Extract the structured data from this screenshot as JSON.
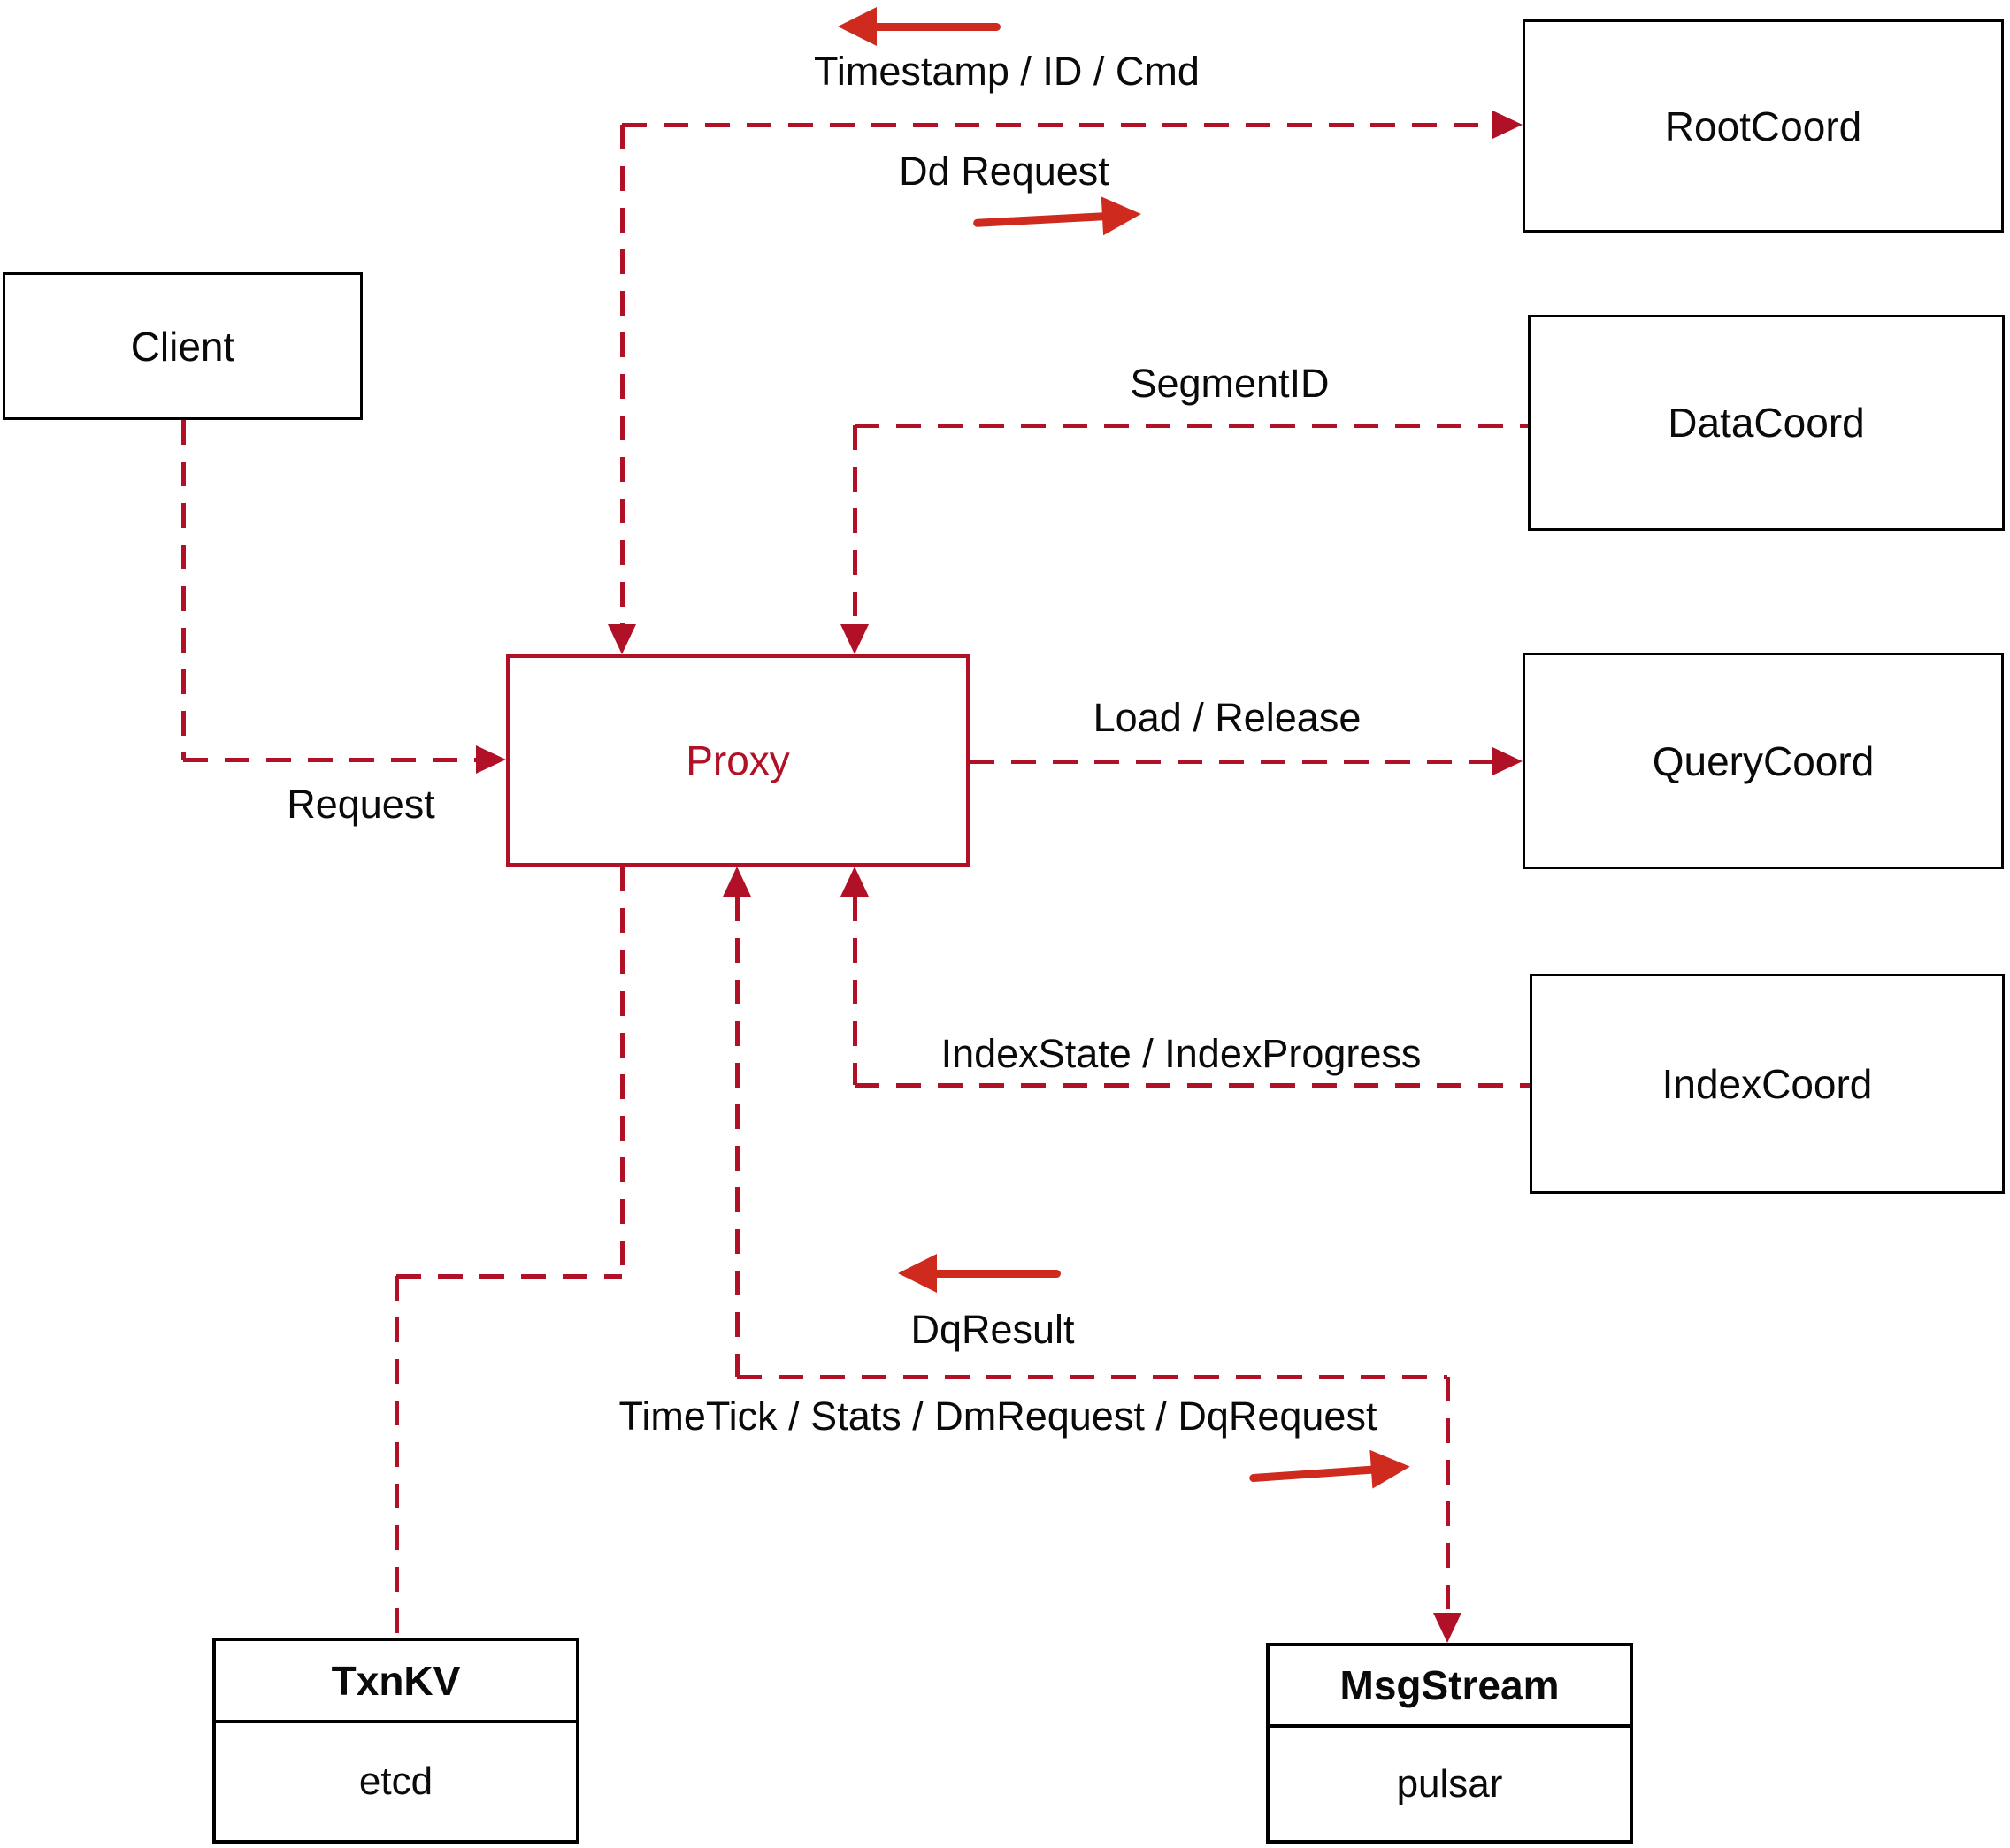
{
  "colors": {
    "line_red": "#b01126",
    "arrow_red": "#cf2a1e",
    "box_border": "#000000",
    "text": "#0a0a0a",
    "background": "#ffffff"
  },
  "nodes": {
    "client": {
      "label": "Client"
    },
    "proxy": {
      "label": "Proxy"
    },
    "root_coord": {
      "label": "RootCoord"
    },
    "data_coord": {
      "label": "DataCoord"
    },
    "query_coord": {
      "label": "QueryCoord"
    },
    "index_coord": {
      "label": "IndexCoord"
    },
    "txn_kv": {
      "title": "TxnKV",
      "impl": "etcd"
    },
    "msg_stream": {
      "title": "MsgStream",
      "impl": "pulsar"
    }
  },
  "edge_labels": {
    "timestamp_id_cmd": "Timestamp / ID / Cmd",
    "dd_request": "Dd Request",
    "segment_id": "SegmentID",
    "request": "Request",
    "load_release": "Load / Release",
    "index_state_progress": "IndexState / IndexProgress",
    "dq_result": "DqResult",
    "timetick_stats": "TimeTick / Stats / DmRequest / DqRequest"
  }
}
